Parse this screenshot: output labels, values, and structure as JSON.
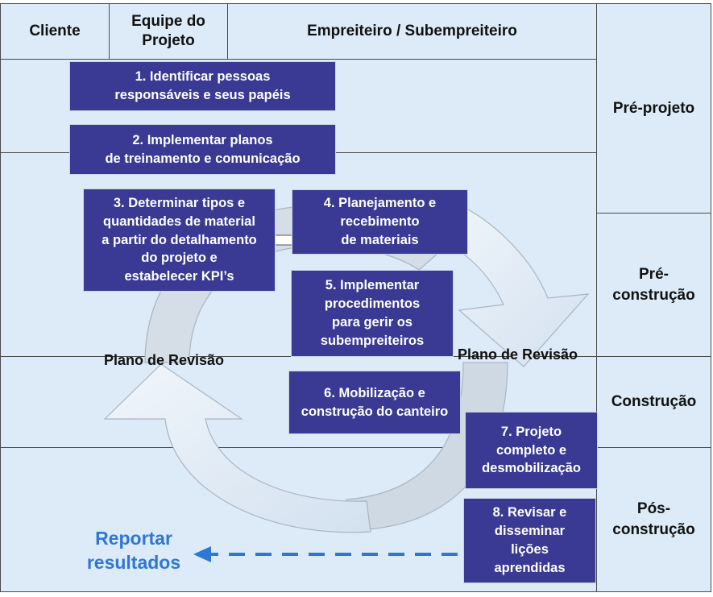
{
  "header": {
    "cliente": "Cliente",
    "equipe": "Equipe do\nProjeto",
    "empreiteiro": "Empreiteiro / Subempreiteiro"
  },
  "phases": {
    "pre_projeto": "Pré-projeto",
    "pre_construcao": "Pré-\nconstrução",
    "construcao": "Construção",
    "pos_construcao": "Pós-\nconstrução"
  },
  "steps": [
    "1. Identificar pessoas\nresponsáveis e seus papéis",
    "2. Implementar planos\nde treinamento e comunicação",
    "3. Determinar tipos e\nquantidades de material\na partir do detalhamento\ndo projeto e\nestabelecer KPI’s",
    "4. Planejamento e\nrecebimento\nde materiais",
    "5. Implementar\nprocedimentos\npara gerir os\nsubempreiteiros",
    "6. Mobilização e\nconstrução do canteiro",
    "7. Projeto\ncompleto e\ndesmobilização",
    "8. Revisar e\ndisseminar\nlições\naprendidas"
  ],
  "review_labels": {
    "left": "Plano de Revisão",
    "right": "Plano de Revisão"
  },
  "report": "Reportar\nresultados",
  "colors": {
    "cell_bg": "#dcebf7",
    "step_bg": "#3a3a95",
    "report_text": "#2f77d6",
    "cycle_fill": "#e4eef8"
  }
}
